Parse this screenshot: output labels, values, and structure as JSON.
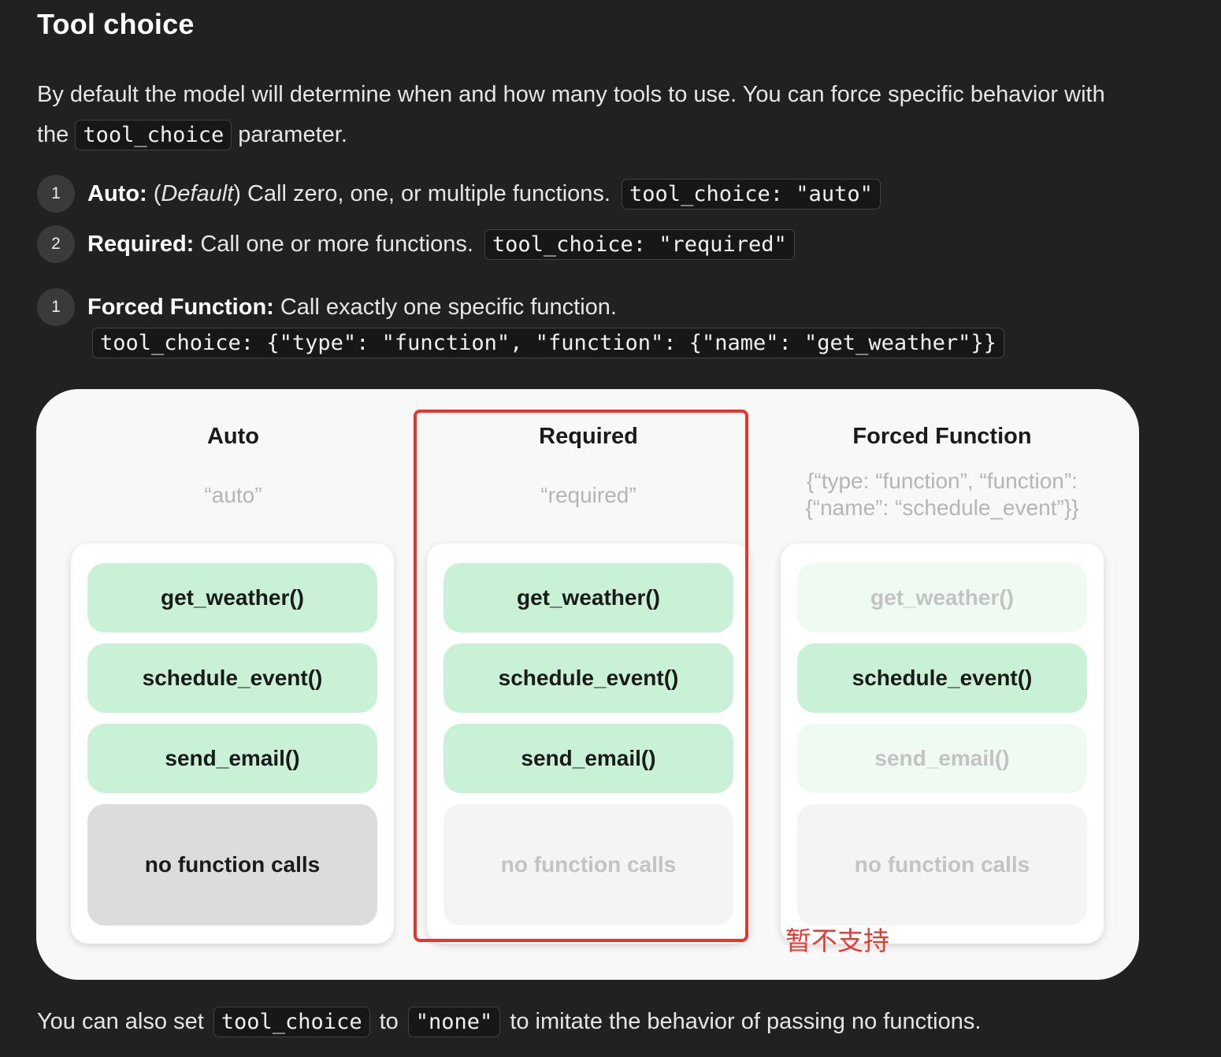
{
  "heading": "Tool choice",
  "intro": {
    "text_before": "By default the model will determine when and how many tools to use. You can force specific behavior with the",
    "code": "tool_choice",
    "text_after": "parameter."
  },
  "options": [
    {
      "number": "1",
      "label": "Auto:",
      "paren_open": "(",
      "italic": "Default",
      "paren_close": ")",
      "desc": "Call zero, one, or multiple functions.",
      "code": "tool_choice: \"auto\""
    },
    {
      "number": "2",
      "label": "Required:",
      "desc": "Call one or more functions.",
      "code": "tool_choice: \"required\""
    },
    {
      "number": "1",
      "label": "Forced Function:",
      "desc": "Call exactly one specific function.",
      "code": "tool_choice: {\"type\": \"function\", \"function\": {\"name\": \"get_weather\"}}"
    }
  ],
  "diagram": {
    "columns": [
      {
        "title": "Auto",
        "sub": "“auto”",
        "items": [
          {
            "label": "get_weather()",
            "state": "on"
          },
          {
            "label": "schedule_event()",
            "state": "on"
          },
          {
            "label": "send_email()",
            "state": "on"
          },
          {
            "label": "no function calls",
            "state": "on"
          }
        ]
      },
      {
        "title": "Required",
        "sub": "“required”",
        "items": [
          {
            "label": "get_weather()",
            "state": "on"
          },
          {
            "label": "schedule_event()",
            "state": "on"
          },
          {
            "label": "send_email()",
            "state": "on"
          },
          {
            "label": "no function calls",
            "state": "dim"
          }
        ]
      },
      {
        "title": "Forced Function",
        "sub_line1": "{“type: “function”, “function”:",
        "sub_line2": "{“name”: “schedule_event”}}",
        "items": [
          {
            "label": "get_weather()",
            "state": "dim"
          },
          {
            "label": "schedule_event()",
            "state": "on"
          },
          {
            "label": "send_email()",
            "state": "dim"
          },
          {
            "label": "no function calls",
            "state": "dim"
          }
        ]
      }
    ],
    "annotation": "暂不支持",
    "highlight_color": "#e8352c"
  },
  "footer": {
    "text1": "You can also set",
    "code1": "tool_choice",
    "text2": "to",
    "code2": "\"none\"",
    "text3": "to imitate the behavior of passing no functions."
  }
}
